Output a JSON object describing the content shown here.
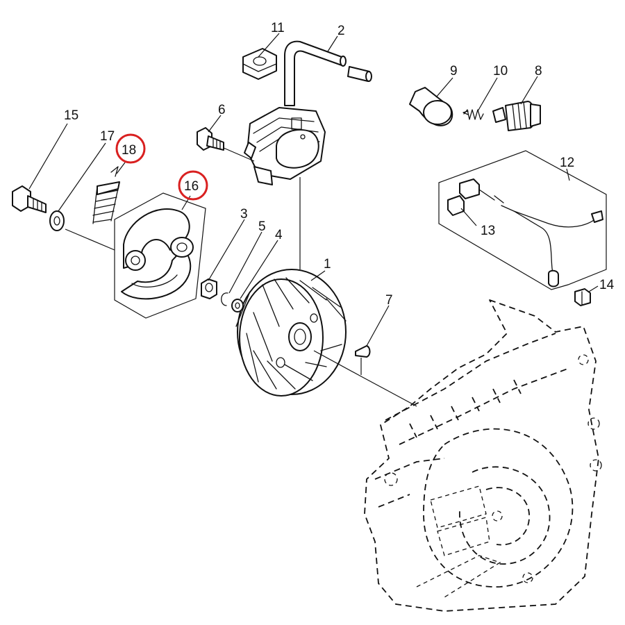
{
  "diagram": {
    "callouts": [
      "1",
      "2",
      "3",
      "4",
      "5",
      "6",
      "7",
      "8",
      "9",
      "10",
      "11",
      "12",
      "13",
      "14",
      "15",
      "16",
      "17",
      "18"
    ],
    "highlighted": [
      "16",
      "18"
    ],
    "highlight_color": "#d92020",
    "line_color": "#111111"
  }
}
